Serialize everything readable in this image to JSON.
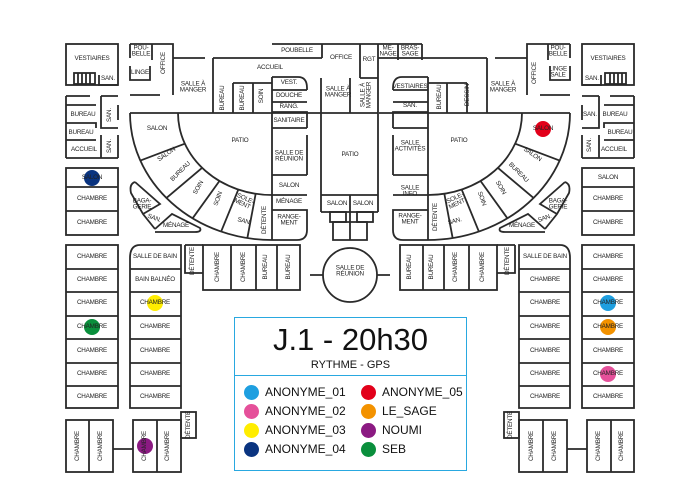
{
  "legend": {
    "title": "J.1 - 20h30",
    "subtitle": "RYTHME - GPS",
    "people": [
      {
        "name": "ANONYME_01",
        "color": "#1e9fe0",
        "room": "CHAMBRE"
      },
      {
        "name": "ANONYME_02",
        "color": "#e5509a",
        "room": "CHAMBRE"
      },
      {
        "name": "ANONYME_03",
        "color": "#ffed00",
        "room": "CHAMBRE"
      },
      {
        "name": "ANONYME_04",
        "color": "#0a3480",
        "room": "SALON"
      },
      {
        "name": "ANONYME_05",
        "color": "#e2001a",
        "room": "SALON"
      },
      {
        "name": "LE_SAGE",
        "color": "#f39200",
        "room": "CHAMBRE"
      },
      {
        "name": "NOUMI",
        "color": "#8b1a82",
        "room": "CHAMBRE"
      },
      {
        "name": "SEB",
        "color": "#0a8f3c",
        "room": "CHAMBRE"
      }
    ]
  },
  "plan": {
    "labels": [
      "VESTIAIRES",
      "SAN.",
      "POU-\nBELLE",
      "LINGE",
      "OFFICE",
      "SALLE À\nMANGER",
      "ACCUEIL",
      "BUREAU",
      "BUREAU",
      "SOIN",
      "VEST.",
      "DOUCHE",
      "RANG.",
      "SANITAIRE",
      "SALLE DE\nRÉUNION",
      "SALON",
      "MÉNAGE",
      "RANGE-\nMENT",
      "POUBELLE",
      "OFFICE",
      "RGT",
      "MÉ-\nNAGE",
      "BRAS-\nSAGE",
      "BUREAU",
      "SAN.",
      "BUREAU",
      "SAN.",
      "ACCUEIL",
      "SALON",
      "CHAMBRE",
      "CHAMBRE",
      "PATIO",
      "SALON",
      "SALON",
      "BUREAU",
      "SOIN",
      "SOIN",
      "ISOLE-\nMENT",
      "SAN.",
      "DÉTENTE",
      "BAGA-\nGERIE",
      "SAN.",
      "MÉNAGE",
      "SALLE À\nMANGER",
      "SALLE À\nMANGER",
      "PATIO",
      "SALON",
      "SALON",
      "SALLE DE\nRÉUNION",
      "VESTIAIRES",
      "SAN.",
      "SALLE\nACTIVITÉS",
      "SALLE\nINFO",
      "RANGE-\nMENT",
      "DÉTENTE",
      "BUREAU",
      "DESSIN",
      "SALLE À\nMANGER",
      "OFFICE",
      "POU-\nBELLE",
      "LINGE\nSALE",
      "VESTIAIRES",
      "SAN.",
      "SAN.",
      "BUREAU",
      "BUREAU",
      "SAN.",
      "ACCUEIL",
      "SALON",
      "CHAMBRE",
      "CHAMBRE",
      "PATIO",
      "SALON",
      "SALON",
      "BUREAU",
      "SOIN",
      "SOIN",
      "ISOLE-\nMENT",
      "SAN.",
      "BAGA-\nGERIE",
      "SAN.",
      "MÉNAGE",
      "SALLE DE BAIN",
      "BAIN BALNÉO",
      "CHAMBRE",
      "CHAMBRE",
      "CHAMBRE",
      "CHAMBRE",
      "CHAMBRE",
      "CHAMBRE",
      "CHAMBRE",
      "CHAMBRE",
      "CHAMBRE",
      "CHAMBRE",
      "CHAMBRE",
      "CHAMBRE",
      "CHAMBRE",
      "CHAMBRE",
      "CHAMBRE",
      "CHAMBRE",
      "DÉTENTE",
      "DÉTENTE",
      "CHAMBRE",
      "CHAMBRE",
      "BUREAU",
      "BUREAU",
      "BUREAU",
      "BUREAU",
      "CHAMBRE",
      "CHAMBRE",
      "DÉTENTE",
      "SALLE DE BAIN",
      "CHAMBRE",
      "CHAMBRE",
      "CHAMBRE",
      "CHAMBRE",
      "CHAMBRE",
      "CHAMBRE",
      "CHAMBRE",
      "CHAMBRE",
      "CHAMBRE",
      "CHAMBRE",
      "CHAMBRE",
      "CHAMBRE",
      "CHAMBRE",
      "DÉTENTE",
      "CHAMBRE",
      "CHAMBRE",
      "CHAMBRE",
      "CHAMBRE"
    ]
  }
}
